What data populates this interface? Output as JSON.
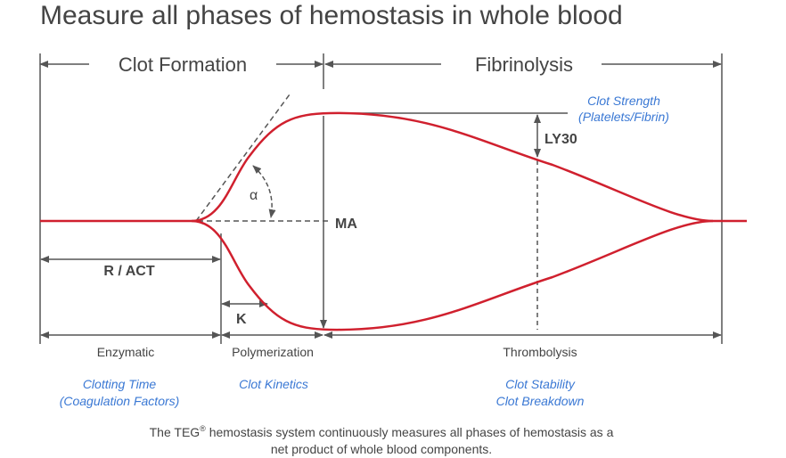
{
  "title": "Measure all phases of hemostasis in whole blood",
  "phases_top": {
    "clot_formation": "Clot Formation",
    "fibrinolysis": "Fibrinolysis"
  },
  "parameters": {
    "r_act": "R / ACT",
    "k": "K",
    "alpha": "α",
    "ma": "MA",
    "ly30": "LY30"
  },
  "clot_strength": {
    "line1": "Clot Strength",
    "line2": "(Platelets/Fibrin)"
  },
  "phases_bottom": {
    "enzymatic": "Enzymatic",
    "polymerization": "Polymerization",
    "thrombolysis": "Thrombolysis"
  },
  "descriptions": {
    "clotting_time": "Clotting Time",
    "coagulation_factors": "(Coagulation Factors)",
    "clot_kinetics": "Clot Kinetics",
    "clot_stability": "Clot Stability",
    "clot_breakdown": "Clot Breakdown"
  },
  "caption": {
    "line1_pre": "The TEG",
    "reg": "®",
    "line1_post": " hemostasis system continuously measures all phases of hemostasis as a",
    "line2": "net product of whole blood components."
  },
  "colors": {
    "curve": "#d0202e",
    "lines": "#555555",
    "blue": "#3a78d4"
  }
}
